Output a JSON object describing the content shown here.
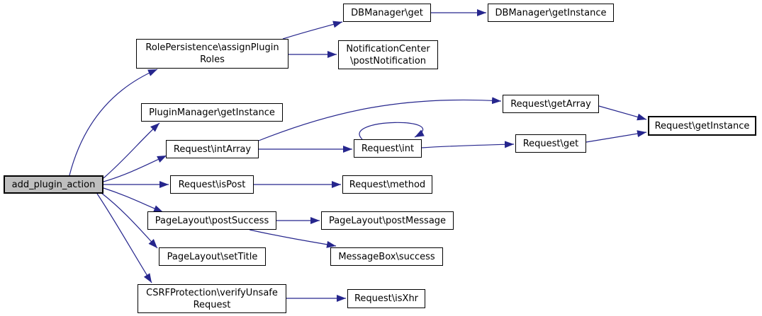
{
  "diagram": {
    "type": "call-graph",
    "root": "add_plugin_action",
    "colors": {
      "edge": "#26268D",
      "node_border": "#000000",
      "node_fill": "#ffffff",
      "root_fill": "#bfbfbf",
      "background": "#ffffff"
    },
    "nodes": {
      "add_plugin_action": {
        "label": "add_plugin_action"
      },
      "role_persistence_assign_plugin_roles": {
        "label": "RolePersistence\\assignPlugin\nRoles"
      },
      "plugin_manager_get_instance": {
        "label": "PluginManager\\getInstance"
      },
      "request_int_array": {
        "label": "Request\\intArray"
      },
      "request_is_post": {
        "label": "Request\\isPost"
      },
      "page_layout_post_success": {
        "label": "PageLayout\\postSuccess"
      },
      "page_layout_set_title": {
        "label": "PageLayout\\setTitle"
      },
      "csrf_protection_verify_unsafe_request": {
        "label": "CSRFProtection\\verifyUnsafe\nRequest"
      },
      "db_manager_get": {
        "label": "DBManager\\get"
      },
      "notification_center_post_notification": {
        "label": "NotificationCenter\n\\postNotification"
      },
      "request_int": {
        "label": "Request\\int"
      },
      "request_method": {
        "label": "Request\\method"
      },
      "page_layout_post_message": {
        "label": "PageLayout\\postMessage"
      },
      "message_box_success": {
        "label": "MessageBox\\success"
      },
      "request_is_xhr": {
        "label": "Request\\isXhr"
      },
      "db_manager_get_instance": {
        "label": "DBManager\\getInstance"
      },
      "request_get_array": {
        "label": "Request\\getArray"
      },
      "request_get": {
        "label": "Request\\get"
      },
      "request_get_instance": {
        "label": "Request\\getInstance"
      }
    },
    "edges": [
      {
        "from": "add_plugin_action",
        "to": "role_persistence_assign_plugin_roles"
      },
      {
        "from": "add_plugin_action",
        "to": "plugin_manager_get_instance"
      },
      {
        "from": "add_plugin_action",
        "to": "request_int_array"
      },
      {
        "from": "add_plugin_action",
        "to": "request_is_post"
      },
      {
        "from": "add_plugin_action",
        "to": "page_layout_post_success"
      },
      {
        "from": "add_plugin_action",
        "to": "page_layout_set_title"
      },
      {
        "from": "add_plugin_action",
        "to": "csrf_protection_verify_unsafe_request"
      },
      {
        "from": "role_persistence_assign_plugin_roles",
        "to": "db_manager_get"
      },
      {
        "from": "role_persistence_assign_plugin_roles",
        "to": "notification_center_post_notification"
      },
      {
        "from": "db_manager_get",
        "to": "db_manager_get_instance"
      },
      {
        "from": "request_int_array",
        "to": "request_get_array"
      },
      {
        "from": "request_int_array",
        "to": "request_int"
      },
      {
        "from": "request_int",
        "to": "request_int"
      },
      {
        "from": "request_int",
        "to": "request_get"
      },
      {
        "from": "request_get_array",
        "to": "request_get_instance"
      },
      {
        "from": "request_get",
        "to": "request_get_instance"
      },
      {
        "from": "request_is_post",
        "to": "request_method"
      },
      {
        "from": "page_layout_post_success",
        "to": "page_layout_post_message"
      },
      {
        "from": "page_layout_post_success",
        "to": "message_box_success"
      },
      {
        "from": "csrf_protection_verify_unsafe_request",
        "to": "request_is_xhr"
      }
    ]
  }
}
